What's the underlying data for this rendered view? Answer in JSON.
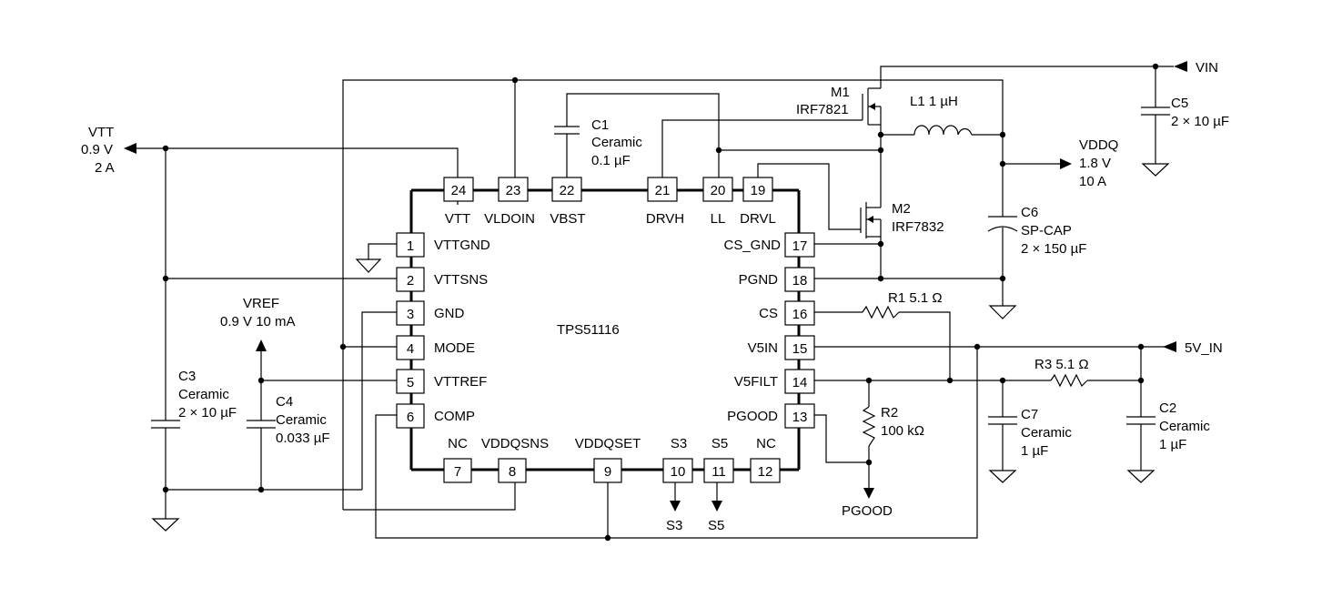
{
  "chip": {
    "name": "TPS51116",
    "pins": [
      {
        "num": "1",
        "name": "VTTGND"
      },
      {
        "num": "2",
        "name": "VTTSNS"
      },
      {
        "num": "3",
        "name": "GND"
      },
      {
        "num": "4",
        "name": "MODE"
      },
      {
        "num": "5",
        "name": "VTTREF"
      },
      {
        "num": "6",
        "name": "COMP"
      },
      {
        "num": "7",
        "name": "NC"
      },
      {
        "num": "8",
        "name": "VDDQSNS"
      },
      {
        "num": "9",
        "name": "VDDQSET"
      },
      {
        "num": "10",
        "name": "S3"
      },
      {
        "num": "11",
        "name": "S5"
      },
      {
        "num": "12",
        "name": "NC"
      },
      {
        "num": "13",
        "name": "PGOOD"
      },
      {
        "num": "14",
        "name": "V5FILT"
      },
      {
        "num": "15",
        "name": "V5IN"
      },
      {
        "num": "16",
        "name": "CS"
      },
      {
        "num": "17",
        "name": "CS_GND"
      },
      {
        "num": "18",
        "name": "PGND"
      },
      {
        "num": "19",
        "name": "DRVL"
      },
      {
        "num": "20",
        "name": "LL"
      },
      {
        "num": "21",
        "name": "DRVH"
      },
      {
        "num": "22",
        "name": "VBST"
      },
      {
        "num": "23",
        "name": "VLDOIN"
      },
      {
        "num": "24",
        "name": "VTT"
      }
    ]
  },
  "components": {
    "c1": {
      "ref": "C1",
      "line1": "Ceramic",
      "line2": "0.1 µF"
    },
    "c2": {
      "ref": "C2",
      "line1": "Ceramic",
      "line2": "1 µF"
    },
    "c3": {
      "ref": "C3",
      "line1": "Ceramic",
      "line2": "2 × 10 µF"
    },
    "c4": {
      "ref": "C4",
      "line1": "Ceramic",
      "line2": "0.033 µF"
    },
    "c5": {
      "ref": "C5",
      "line1": "2 × 10 µF"
    },
    "c6": {
      "ref": "C6",
      "line1": "SP-CAP",
      "line2": "2 × 150 µF"
    },
    "c7": {
      "ref": "C7",
      "line1": "Ceramic",
      "line2": "1 µF"
    },
    "l1": {
      "label": "L1  1 µH"
    },
    "m1": {
      "ref": "M1",
      "part": "IRF7821"
    },
    "m2": {
      "ref": "M2",
      "part": "IRF7832"
    },
    "r1": {
      "label": "R1  5.1 Ω"
    },
    "r2": {
      "ref": "R2",
      "value": "100 kΩ"
    },
    "r3": {
      "label": "R3  5.1 Ω"
    }
  },
  "nets": {
    "vtt": {
      "name": "VTT",
      "v": "0.9 V",
      "i": "2 A"
    },
    "vref": {
      "name": "VREF",
      "spec": "0.9 V  10 mA"
    },
    "vin": {
      "name": "VIN"
    },
    "vddq": {
      "name": "VDDQ",
      "v": "1.8 V",
      "i": "10 A"
    },
    "v5in": {
      "name": "5V_IN"
    },
    "pgood": {
      "name": "PGOOD"
    },
    "s3": {
      "name": "S3"
    },
    "s5": {
      "name": "S5"
    }
  }
}
